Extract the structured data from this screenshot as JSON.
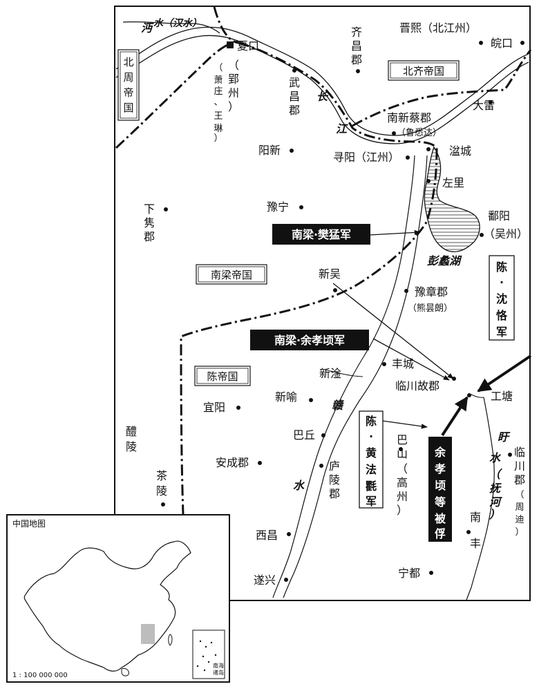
{
  "map": {
    "countries": {
      "north_zhou": "北周帝国",
      "north_qi": "北齐帝国",
      "nan_liang": "南梁帝国",
      "chen": "陈帝国"
    },
    "places": {
      "xiakou": "夏口",
      "xiakou_note1": "（郢州）",
      "xiakou_note2": "（萧庄、王琳）",
      "wuchang": "武昌郡",
      "qichang": "齐昌郡",
      "jinxi": "晋熙（北江州）",
      "wankou": "皖口",
      "daliei": "大雷",
      "nanxincai": "南新蔡郡",
      "nanxincai_note": "（鲁悉达）",
      "yangxin": "阳新",
      "xunyang": "寻阳（江州）",
      "pencheng": "湓城",
      "zuoli": "左里",
      "yuning": "豫宁",
      "poyang": "鄱阳",
      "poyang_note": "（吴州）",
      "xiajun": "下隽郡",
      "xinwu": "新吴",
      "yuzhang": "豫章郡",
      "yuzhang_note": "（熊昙朗）",
      "fengcheng": "丰城",
      "xinkan": "新淦",
      "linchuan_old": "临川故郡",
      "gongtang": "工塘",
      "xinyu": "新喻",
      "yiyang": "宜阳",
      "bagiu": "巴丘",
      "lingling": "醴陵",
      "ancheng": "安成郡",
      "luling": "庐陵郡",
      "bashan": "巴山",
      "bashan_note": "（高州）",
      "linchuan": "临川郡",
      "linchuan_note": "（周迪）",
      "chaling": "茶陵",
      "xichang": "西昌",
      "nanfeng": "南丰",
      "suixing": "遂兴",
      "ningdu": "宁都"
    },
    "waters": {
      "mian": "沔",
      "hanshui": "水（汉水）",
      "chang": "长",
      "jiang": "江",
      "pengli": "彭蠡湖",
      "gan": "赣",
      "gan_shui": "水",
      "xu": "盱",
      "xu_shui": "水",
      "fuhe": "（抚河）"
    },
    "armies": {
      "fan_meng": "南梁·樊猛军",
      "yu_xiaoqing": "南梁·余孝顷军",
      "shen_ke": "陈·沈恪军",
      "huang_faqu": "陈·黄法氍军",
      "captured": "余孝顷等被俘"
    }
  },
  "inset": {
    "title": "中国地图",
    "scale": "1 : 100 000 000",
    "islands_label": "南海诸岛"
  }
}
